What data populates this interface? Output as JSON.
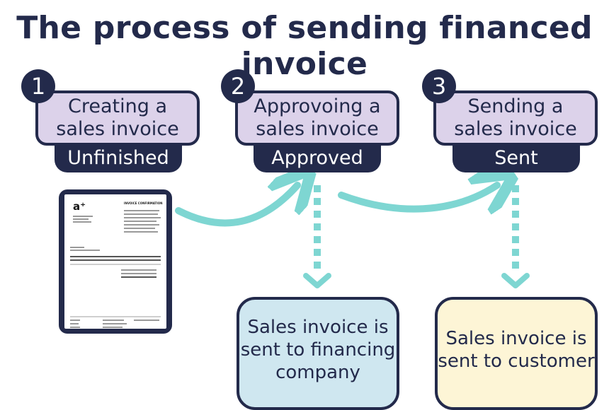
{
  "title": "The process of sending financed invoice",
  "steps": [
    {
      "number": "1",
      "label_line1": "Creating a",
      "label_line2": "sales invoice",
      "status": "Unfinished"
    },
    {
      "number": "2",
      "label_line1": "Approvoing a",
      "label_line2": "sales invoice",
      "status": "Approved"
    },
    {
      "number": "3",
      "label_line1": "Sending a",
      "label_line2": "sales invoice",
      "status": "Sent"
    }
  ],
  "results": [
    {
      "line1": "Sales invoice is",
      "line2": "sent to financing",
      "line3": "company",
      "color": "#cfe7f0"
    },
    {
      "line1": "Sales invoice is",
      "line2": "sent to customer",
      "color": "#fdf5d6"
    }
  ],
  "invoice_thumbnail": {
    "logo": "a⁺",
    "heading": "INVOICE CONFIRMATION"
  },
  "colors": {
    "navy": "#232a4b",
    "lavender": "#dcd2ea",
    "teal": "#7ed6d2"
  }
}
